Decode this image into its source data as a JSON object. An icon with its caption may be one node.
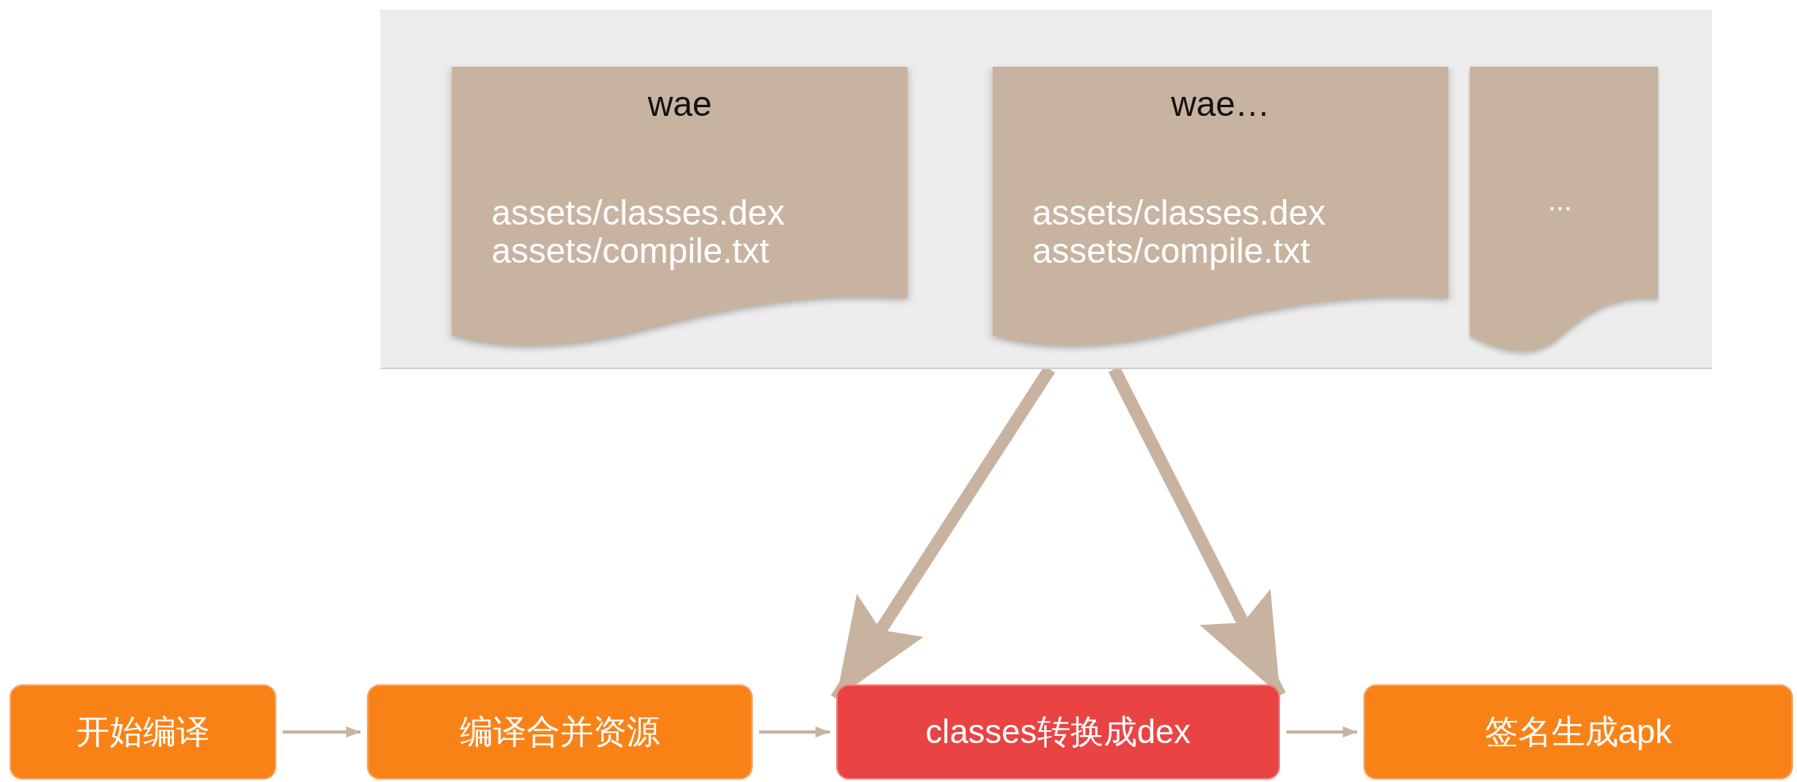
{
  "diagram": {
    "nodes": [
      {
        "text": [],
        "shape": "box"
      },
      {
        "text": [
          "wae",
          "assets/classes.dex assets/compile.txt"
        ],
        "in": 0
      },
      {
        "text": [
          "wae…",
          "assets/classes.dex assets/compile.txt"
        ],
        "in": 0
      },
      {
        "text": [
          "..."
        ],
        "in": 0
      },
      {
        "text": [
          "开始编译"
        ]
      },
      {
        "text": [
          "编译合并资源"
        ]
      },
      {
        "text": [
          "classes转换成dex"
        ]
      },
      {
        "text": [
          "签名生成apk"
        ]
      }
    ],
    "edges": [
      {
        "from": 4,
        "to": 5,
        "arrow": "to"
      },
      {
        "from": 5,
        "to": 6,
        "arrow": "to"
      },
      {
        "from": 6,
        "to": 7,
        "arrow": "to"
      },
      {
        "from": 0,
        "to": 6,
        "arrow": "to",
        "style": "thick"
      },
      {
        "from": 0,
        "to": 6,
        "arrow": "to",
        "style": "thick"
      }
    ]
  }
}
